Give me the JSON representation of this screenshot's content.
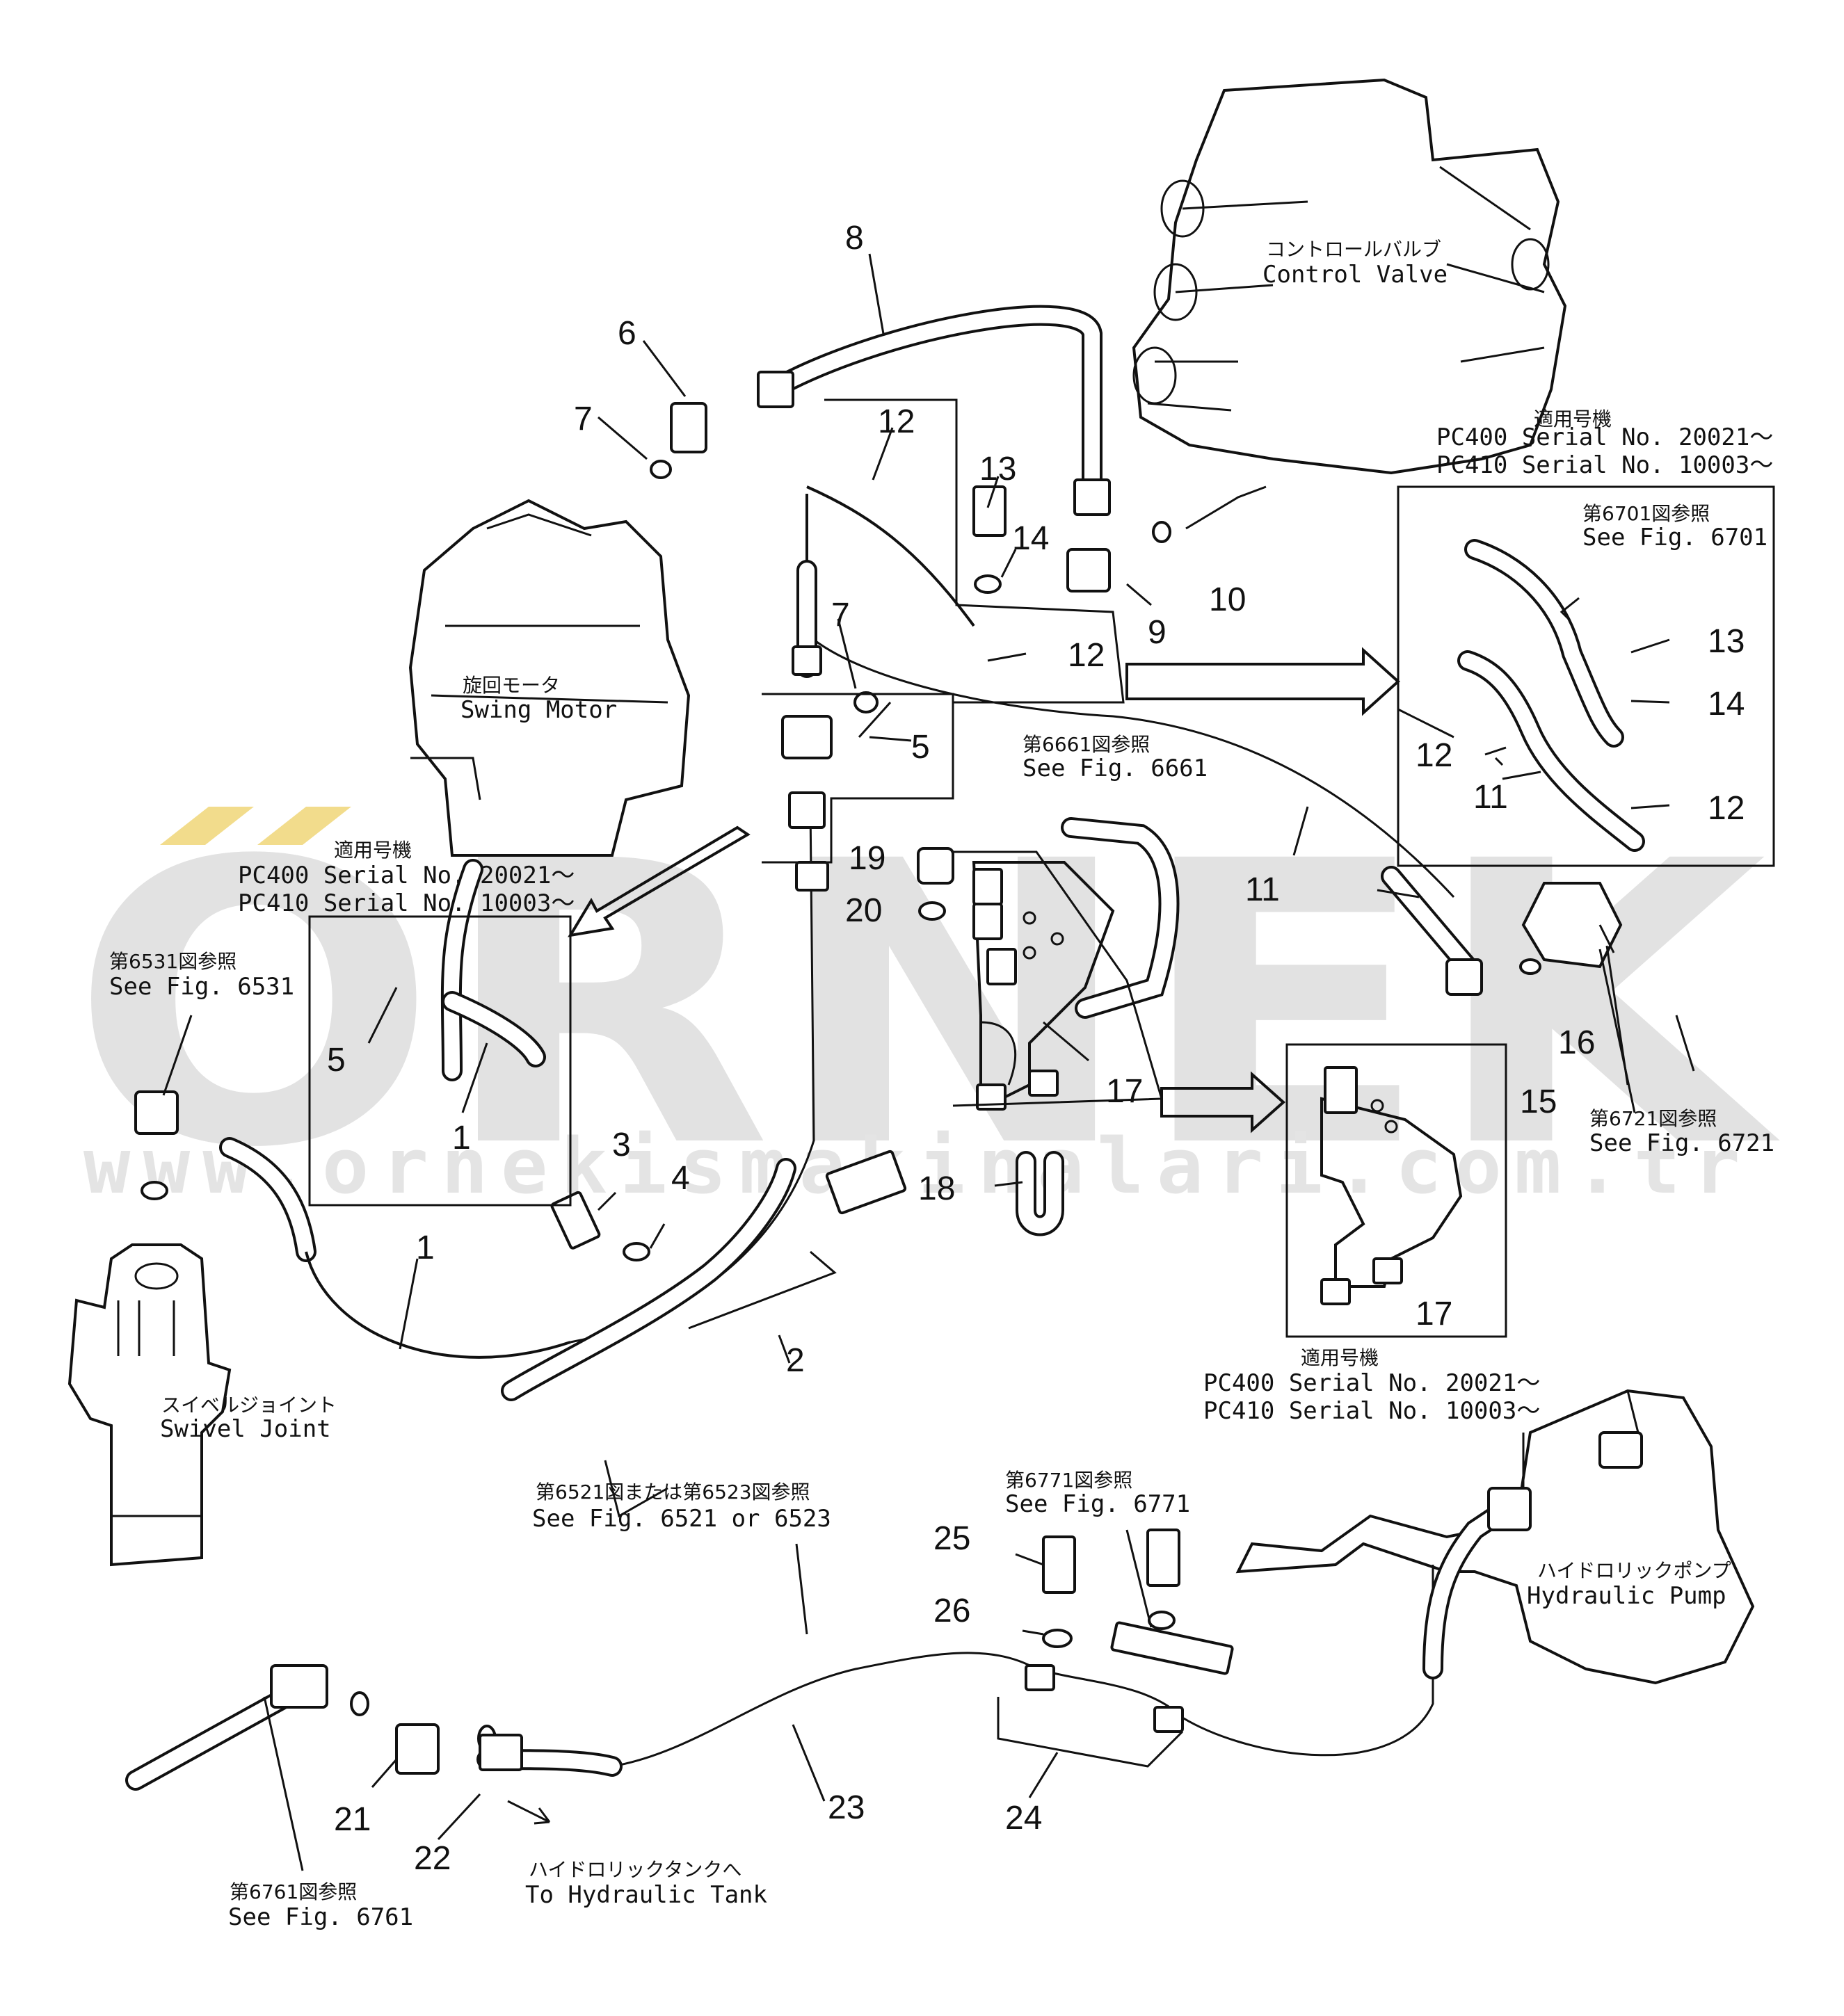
{
  "watermark": {
    "brand": "ORNEK",
    "url": "www.ornekismakinalari.com.tr",
    "accent_color": "#f2dc8c"
  },
  "components": {
    "control_valve": {
      "jp": "コントロールバルブ",
      "en": "Control Valve"
    },
    "swing_motor": {
      "jp": "旋回モータ",
      "en": "Swing Motor"
    },
    "swivel_joint": {
      "jp": "スイベルジョイント",
      "en": "Swivel Joint"
    },
    "hydraulic_pump": {
      "jp": "ハイドロリックポンプ",
      "en": "Hydraulic Pump"
    },
    "hydraulic_tank": {
      "jp": "ハイドロリックタンクへ",
      "en": "To Hydraulic Tank"
    }
  },
  "serial_blocks": [
    {
      "jp": "適用号機",
      "line1": "PC400  Serial  No.  20021～",
      "line2": "PC410  Serial  No.  10003～"
    },
    {
      "jp": "適用号機",
      "line1": "PC400  Serial  No.  20021～",
      "line2": "PC410  Serial  No.  10003～"
    },
    {
      "jp": "適用号機",
      "line1": "PC400  Serial  No.  20021～",
      "line2": "PC410  Serial  No.  10003～"
    }
  ],
  "fig_refs": {
    "fig6701": {
      "jp": "第6701図参照",
      "en": "See  Fig.  6701"
    },
    "fig6661": {
      "jp": "第6661図参照",
      "en": "See  Fig.  6661"
    },
    "fig6531": {
      "jp": "第6531図参照",
      "en": "See  Fig.  6531"
    },
    "fig6721": {
      "jp": "第6721図参照",
      "en": "See  Fig.  6721"
    },
    "fig6521": {
      "jp": "第6521図または第6523図参照",
      "en": "See  Fig.  6521  or  6523"
    },
    "fig6771": {
      "jp": "第6771図参照",
      "en": "See  Fig.  6771"
    },
    "fig6761": {
      "jp": "第6761図参照",
      "en": "See  Fig.  6761"
    }
  },
  "part_numbers": {
    "p1": "1",
    "p2": "2",
    "p3": "3",
    "p4": "4",
    "p5": "5",
    "p6": "6",
    "p7": "7",
    "p8": "8",
    "p9": "9",
    "p10": "10",
    "p11": "11",
    "p12": "12",
    "p13": "13",
    "p14": "14",
    "p15": "15",
    "p16": "16",
    "p17": "17",
    "p18": "18",
    "p19": "19",
    "p20": "20",
    "p21": "21",
    "p22": "22",
    "p23": "23",
    "p24": "24",
    "p25": "25",
    "p26": "26"
  }
}
